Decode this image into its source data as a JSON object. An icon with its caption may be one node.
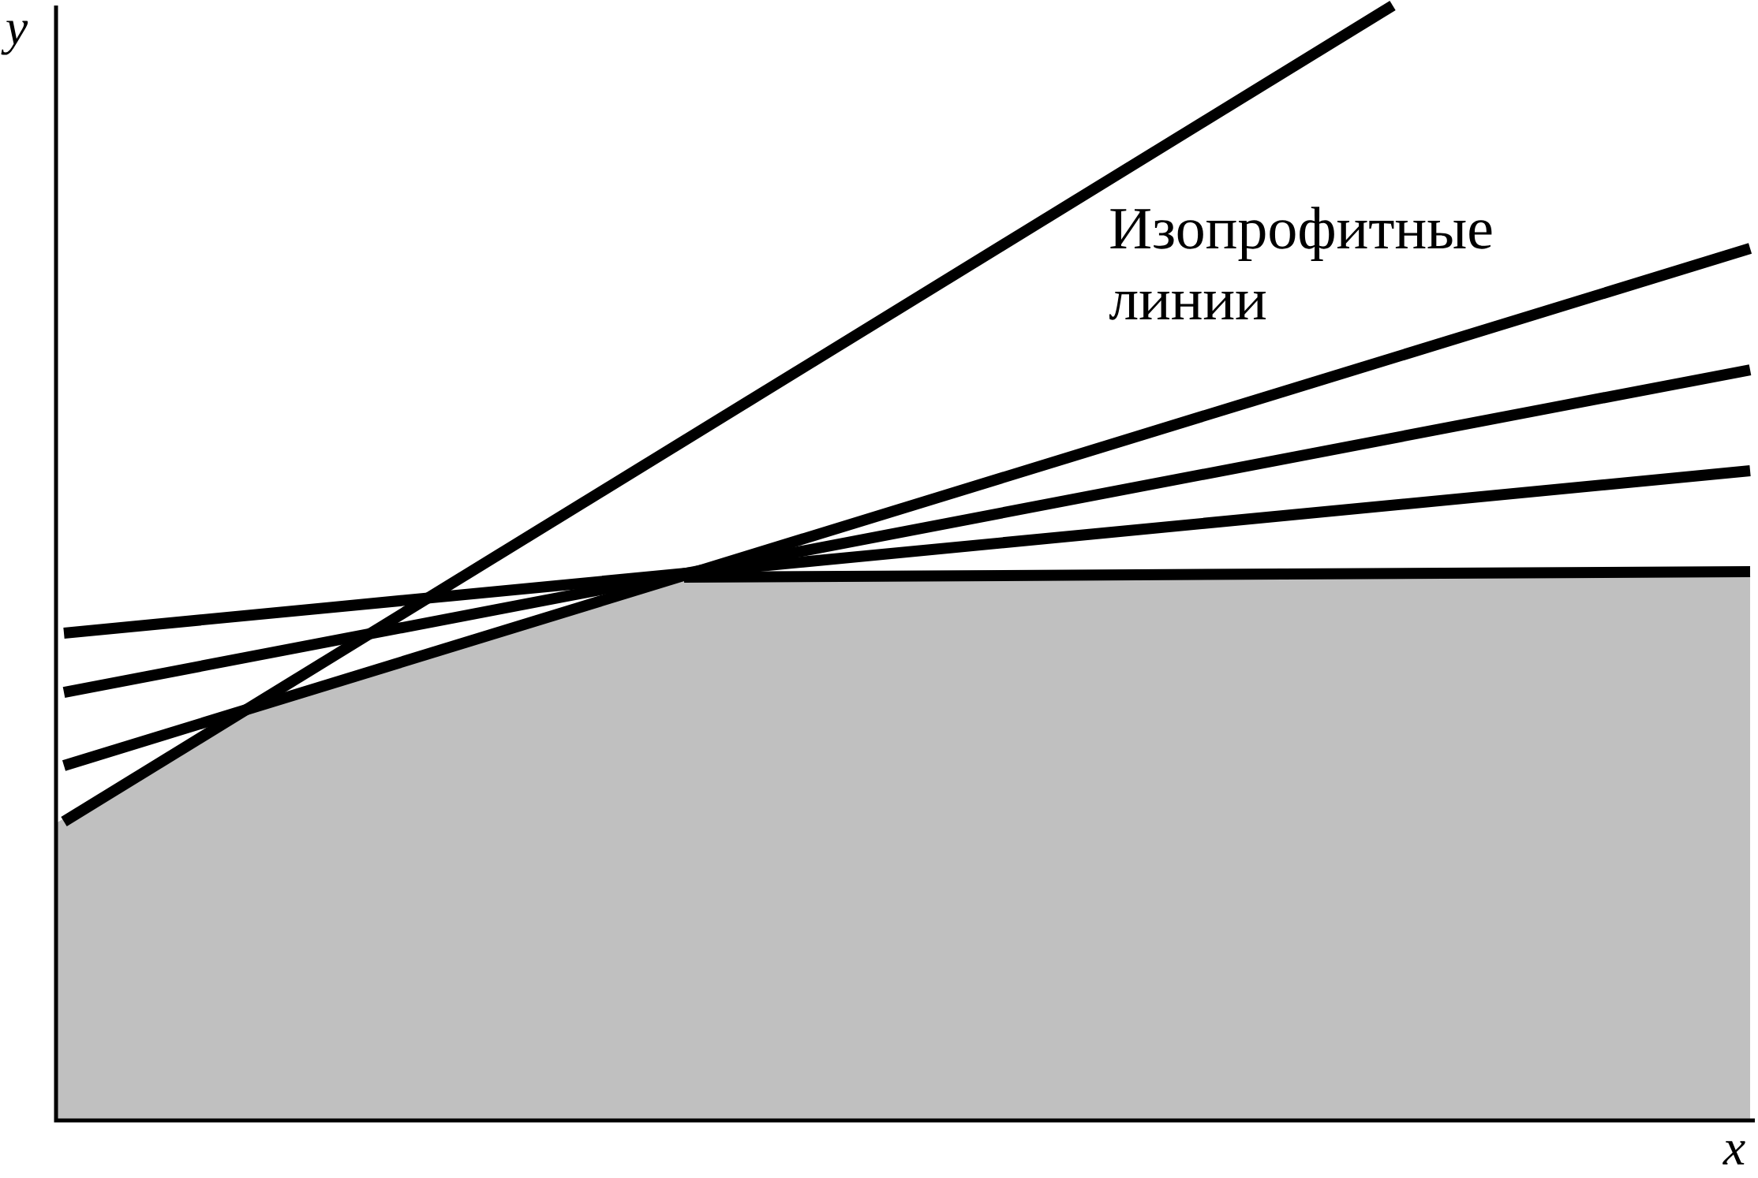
{
  "diagram": {
    "labels": [
      "y",
      "Изопрофитные линии",
      "x"
    ]
  }
}
